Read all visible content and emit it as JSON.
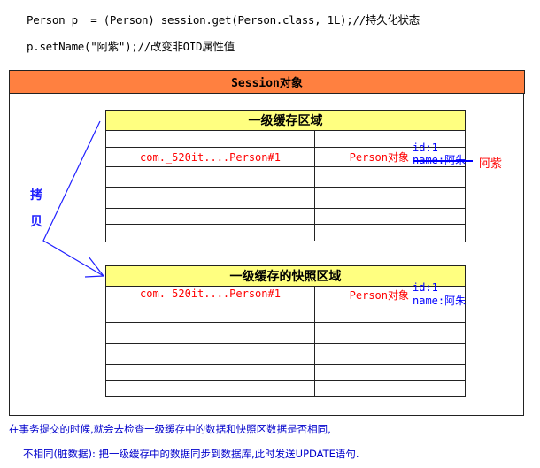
{
  "code": {
    "line1": "Person p  = (Person) session.get(Person.class, 1L);//持久化状态",
    "line2": "p.setName(\"阿紫\");//改变非OID属性值"
  },
  "session": {
    "title": "Session对象",
    "colors": {
      "header": "#ff8040",
      "table_header": "#ffff80",
      "key_text": "#ff0000",
      "annotation": "#0000ff"
    }
  },
  "copy_label": {
    "char1": "拷",
    "char2": "贝"
  },
  "first_level_cache": {
    "title": "一级缓存区域",
    "entry": {
      "key": "com._520it....Person#1",
      "value": "Person对象"
    },
    "annotation": {
      "id": "id:1",
      "name": "name:阿朱",
      "name_strikethrough": true,
      "new_name": "阿紫"
    }
  },
  "snapshot_area": {
    "title": "一级缓存的快照区域",
    "entry": {
      "key": "com. 520it....Person#1",
      "value": "Person对象"
    },
    "annotation": {
      "id": "id:1",
      "name": "name:阿朱"
    }
  },
  "notes": {
    "line1": "在事务提交的时候,就会去检查一级缓存中的数据和快照区数据是否相同,",
    "line2": "不相同(脏数据): 把一级缓存中的数据同步到数据库,此时发送UPDATE语句."
  }
}
